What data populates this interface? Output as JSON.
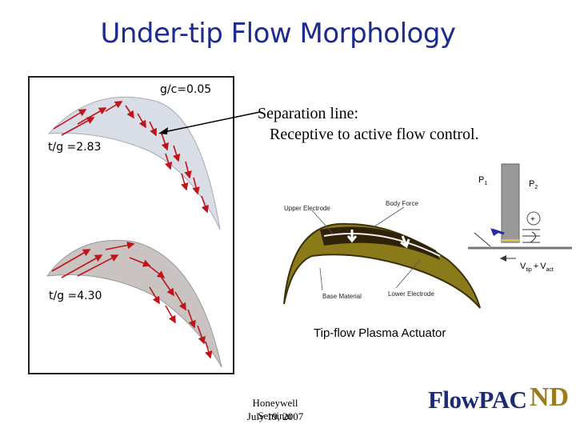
{
  "slide": {
    "title": "Under-tip Flow Morphology"
  },
  "left_panel": {
    "gc_label": "g/c=0.05",
    "tg_top_label": "t/g =2.83",
    "tg_bottom_label": "t/g =4.30"
  },
  "annotation": {
    "line1": "Separation line:",
    "line2": "Receptive to active flow control."
  },
  "actuator_diagram": {
    "upper_electrode": "Upper Electrode",
    "body_force": "Body Force",
    "base_material": "Base Material",
    "lower_electrode": "Lower Electrode",
    "p1": "P",
    "p1_sub": "1",
    "p2": "P",
    "p2_sub": "2",
    "v_tip": "V",
    "v_tip_sub": "tip",
    "plus": "+",
    "v_act": "V",
    "v_act_sub": "act",
    "caption": "Tip-flow Plasma Actuator"
  },
  "footer": {
    "line1": "Honeywell Seminar",
    "line2": "July 19, 2007"
  },
  "logo": {
    "text": "FlowPAC",
    "monogram": "ND",
    "colors": {
      "text": "#1c2b72",
      "monogram": "#9a7d1f"
    }
  },
  "colors": {
    "title": "#1c2b8c",
    "arrows": "#c0141b",
    "blade_light": "#d9dde6",
    "actuator_blade": "#8a7a1a"
  }
}
